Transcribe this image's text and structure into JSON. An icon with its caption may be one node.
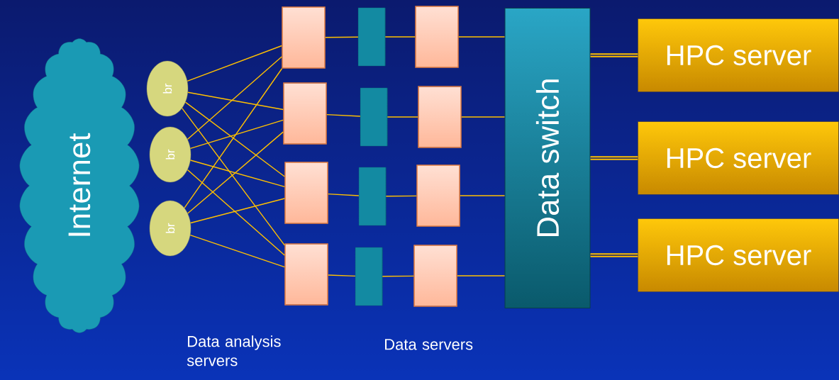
{
  "diagram": {
    "nodes": [
      {
        "text": [
          "Internet"
        ]
      },
      {
        "text": [
          "br"
        ]
      },
      {
        "text": [
          "br"
        ]
      },
      {
        "text": [
          "br"
        ]
      },
      {
        "text": [],
        "shape": "box"
      },
      {
        "text": [],
        "shape": "box"
      },
      {
        "text": [],
        "shape": "box"
      },
      {
        "text": [],
        "shape": "box"
      },
      {
        "text": [],
        "shape": "cylinder"
      },
      {
        "text": [],
        "shape": "cylinder"
      },
      {
        "text": [],
        "shape": "cylinder"
      },
      {
        "text": [],
        "shape": "cylinder"
      },
      {
        "text": [],
        "shape": "box"
      },
      {
        "text": [],
        "shape": "box"
      },
      {
        "text": [],
        "shape": "box"
      },
      {
        "text": [],
        "shape": "box"
      },
      {
        "text": [
          "Data switch"
        ]
      },
      {
        "text": [
          "HPC server"
        ]
      },
      {
        "text": [
          "HPC server"
        ]
      },
      {
        "text": [
          "HPC server"
        ]
      }
    ],
    "edges": [
      {
        "from": 1,
        "to": 4,
        "arrow": "none"
      },
      {
        "from": 1,
        "to": 5,
        "arrow": "none"
      },
      {
        "from": 1,
        "to": 6,
        "arrow": "none"
      },
      {
        "from": 1,
        "to": 7,
        "arrow": "none"
      },
      {
        "from": 2,
        "to": 4,
        "arrow": "none"
      },
      {
        "from": 2,
        "to": 5,
        "arrow": "none"
      },
      {
        "from": 2,
        "to": 6,
        "arrow": "none"
      },
      {
        "from": 2,
        "to": 7,
        "arrow": "none"
      },
      {
        "from": 3,
        "to": 4,
        "arrow": "none"
      },
      {
        "from": 3,
        "to": 5,
        "arrow": "none"
      },
      {
        "from": 3,
        "to": 6,
        "arrow": "none"
      },
      {
        "from": 3,
        "to": 7,
        "arrow": "none"
      },
      {
        "from": 4,
        "to": 8,
        "arrow": "none"
      },
      {
        "from": 5,
        "to": 9,
        "arrow": "none"
      },
      {
        "from": 6,
        "to": 10,
        "arrow": "none"
      },
      {
        "from": 7,
        "to": 11,
        "arrow": "none"
      },
      {
        "from": 8,
        "to": 12,
        "arrow": "none"
      },
      {
        "from": 9,
        "to": 13,
        "arrow": "none"
      },
      {
        "from": 10,
        "to": 14,
        "arrow": "none"
      },
      {
        "from": 11,
        "to": 15,
        "arrow": "none"
      },
      {
        "from": 12,
        "to": 16,
        "arrow": "none"
      },
      {
        "from": 13,
        "to": 16,
        "arrow": "none"
      },
      {
        "from": 14,
        "to": 16,
        "arrow": "none"
      },
      {
        "from": 15,
        "to": 16,
        "arrow": "none"
      },
      {
        "from": 16,
        "to": 17,
        "arrow": "none",
        "style": "thick"
      },
      {
        "from": 16,
        "to": 18,
        "arrow": "none",
        "style": "thick"
      },
      {
        "from": 16,
        "to": 19,
        "arrow": "none",
        "style": "thick"
      }
    ],
    "labels": [
      "Data analysis servers",
      "Data servers"
    ]
  }
}
